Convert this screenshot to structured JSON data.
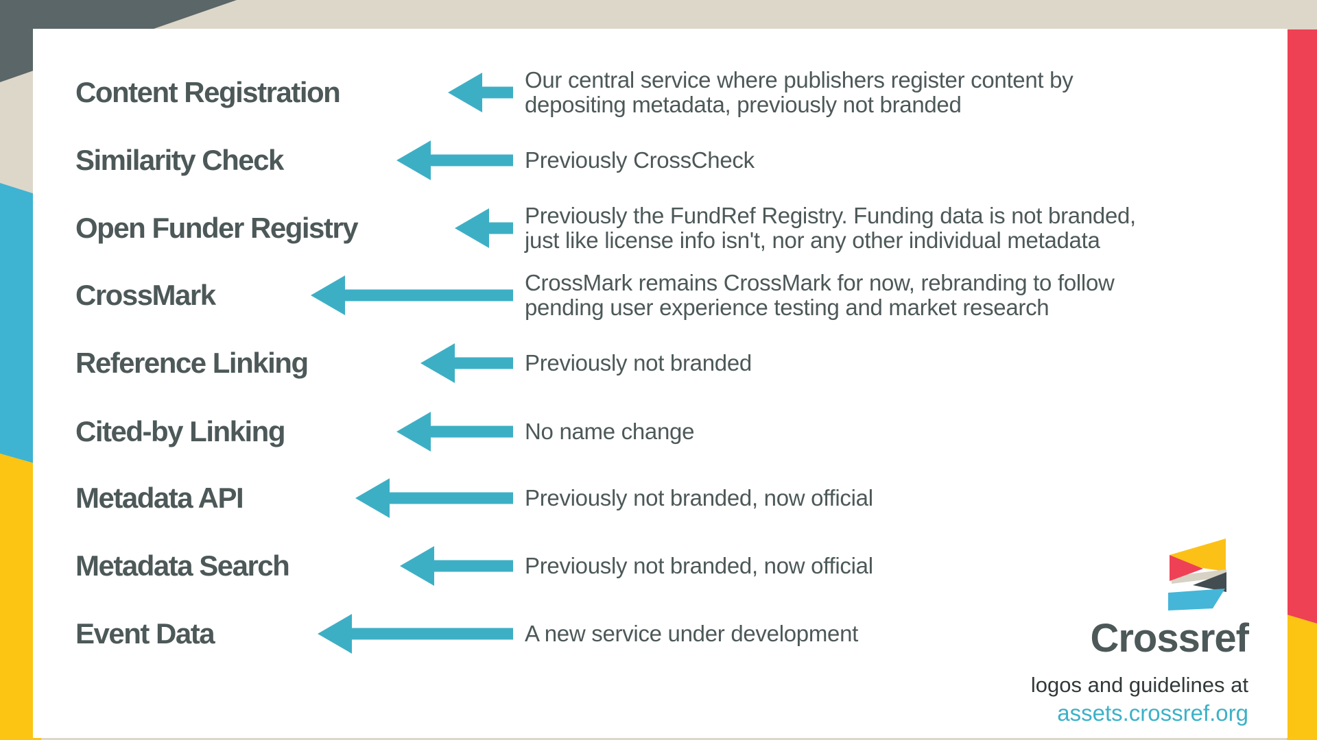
{
  "colors": {
    "background_beige": "#ddd7ca",
    "corner_dark": "#5a6667",
    "edge_cyan": "#3fb3d2",
    "edge_yellow": "#fcc413",
    "edge_red": "#ee4154",
    "arrow_teal": "#3dafc5",
    "text_slate": "#4d5858",
    "footer_dark": "#323838",
    "link_teal": "#3cb1c7",
    "logo_yellow": "#fcc117",
    "logo_red": "#ef4155",
    "logo_beige": "#d8d2c4",
    "logo_dark": "#434c50",
    "logo_cyan": "#45b6d8",
    "card_white": "#ffffff"
  },
  "rows": [
    {
      "service": "Content Registration",
      "arrow_len": 95,
      "description": "Our central service where publishers register content by\ndepositing metadata, previously not branded"
    },
    {
      "service": "Similarity Check",
      "arrow_len": 170,
      "description": "Previously CrossCheck"
    },
    {
      "service": "Open Funder Registry",
      "arrow_len": 85,
      "description": "Previously the FundRef Registry. Funding data is not branded,\njust like license info isn't, nor any other individual metadata"
    },
    {
      "service": "CrossMark",
      "arrow_len": 295,
      "description": "CrossMark remains CrossMark for now, rebranding to follow\npending user experience testing and market research"
    },
    {
      "service": "Reference Linking",
      "arrow_len": 135,
      "description": "Previously not branded"
    },
    {
      "service": "Cited-by Linking",
      "arrow_len": 170,
      "description": "No name change"
    },
    {
      "service": "Metadata API",
      "arrow_len": 230,
      "description": "Previously not branded, now official"
    },
    {
      "service": "Metadata Search",
      "arrow_len": 165,
      "description": "Previously not branded, now official"
    },
    {
      "service": "Event Data",
      "arrow_len": 285,
      "description": "A new service under development"
    }
  ],
  "footer": {
    "brand": "Crossref",
    "note": "logos and guidelines at",
    "link": "assets.crossref.org"
  }
}
